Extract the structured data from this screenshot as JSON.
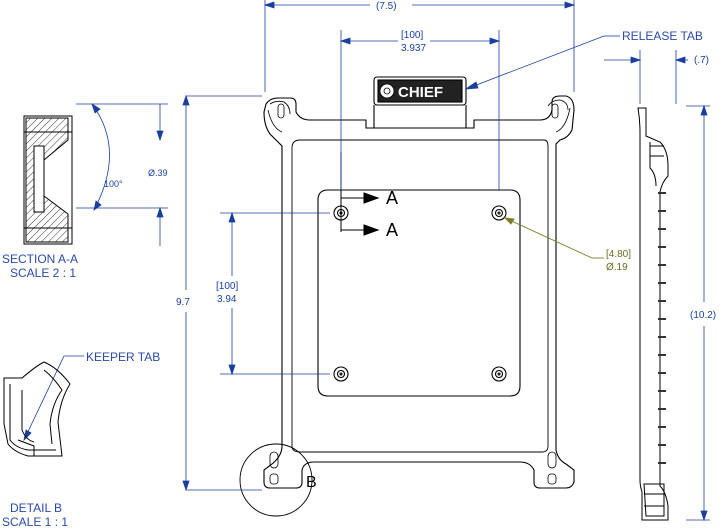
{
  "labels": {
    "release_tab": "RELEASE TAB",
    "keeper_tab": "KEEPER TAB",
    "section_title": "SECTION A-A",
    "section_scale": "SCALE 2 : 1",
    "detail_title": "DETAIL B",
    "detail_scale": "SCALE 1 : 1",
    "logo_text": "CHIEF",
    "section_marker_1": "A",
    "section_marker_2": "A",
    "detail_marker": "B"
  },
  "dimensions": {
    "overall_width": "(7.5)",
    "side_depth": "(.7)",
    "side_height": "(10.2)",
    "overall_height": "9.7",
    "hole_spacing_h_mm": "[100]",
    "hole_spacing_h_in": "3.937",
    "hole_spacing_v_mm": "[100]",
    "hole_spacing_v_in": "3.94",
    "hole_dia_mm": "[4.80]",
    "hole_dia_in": "Ø.19",
    "section_dia": "Ø.39",
    "section_angle": "100°"
  },
  "colors": {
    "dimension_line": "#1a3f9e",
    "leader_olive": "#7d7c2a",
    "outline": "#000000"
  }
}
